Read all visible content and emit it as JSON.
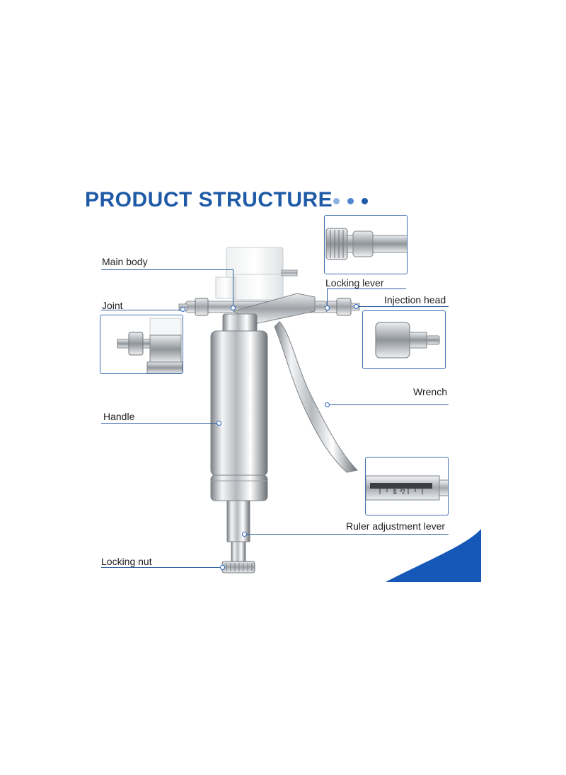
{
  "title": "PRODUCT STRUCTURE",
  "colors": {
    "title": "#1f5aa6",
    "dot_light": "#8fb3e0",
    "dot_mid": "#4f86cf",
    "dot_dark": "#1f5aa6",
    "leader_line": "#2e5e9e",
    "corner_accent": "#1558b8"
  },
  "labels": {
    "main_body": "Main body",
    "joint": "Joint",
    "handle": "Handle",
    "locking_nut": "Locking nut",
    "locking_lever": "Locking lever",
    "injection_head": "Injection head",
    "wrench": "Wrench",
    "ruler_adjustment_lever": "Ruler adjustment lever"
  },
  "insets": {
    "ruler_ticks": "1   2"
  }
}
